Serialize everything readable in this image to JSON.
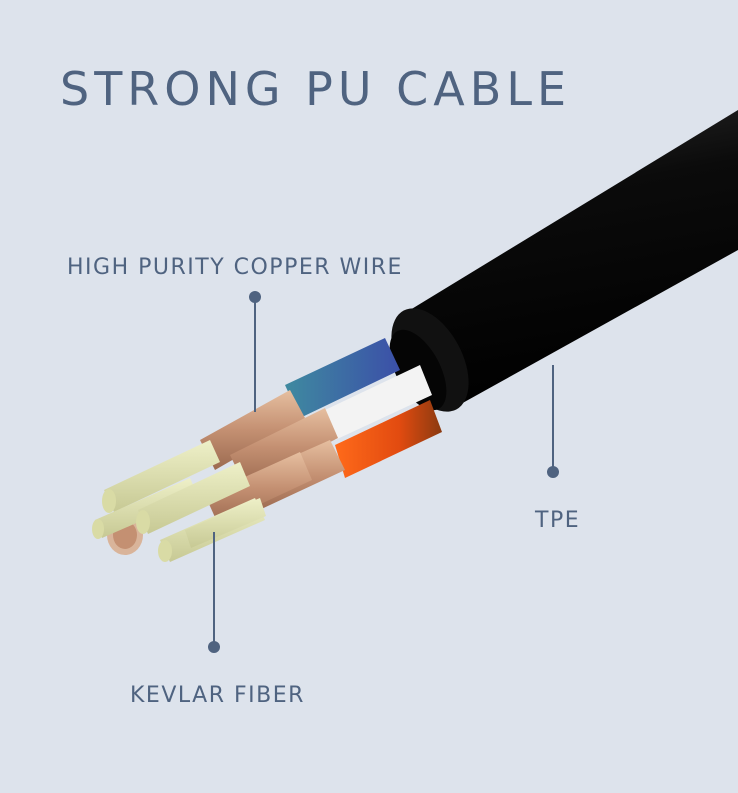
{
  "title": "STRONG PU CABLE",
  "labels": {
    "copper": "HIGH PURITY COPPER WIRE",
    "tpe": "TPE",
    "kevlar": "KEVLAR FIBER"
  },
  "colors": {
    "background": "#dde3ec",
    "text": "#4f6380",
    "jacket": "#0d0d0d",
    "copper": "#c99a7a",
    "kevlar": "#dfe0b0"
  }
}
